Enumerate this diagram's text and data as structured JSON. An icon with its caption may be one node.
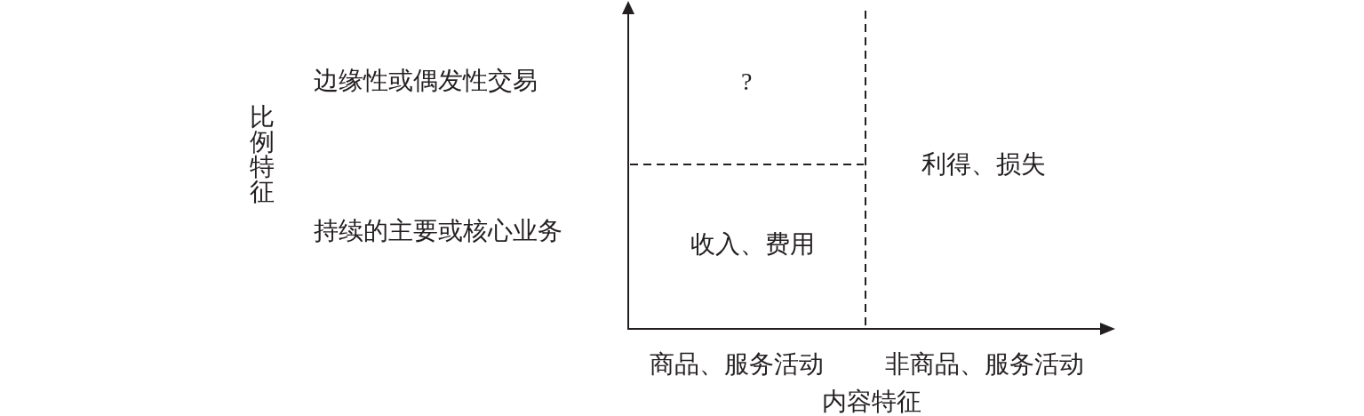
{
  "diagram": {
    "labels": [
      "边缘性或偶发性交易",
      "?",
      "比例特征",
      "利得、损失",
      "持续的主要或核心业务",
      "收入、费用",
      "商品、服务活动",
      "非商品、服务活动",
      "内容特征"
    ]
  }
}
